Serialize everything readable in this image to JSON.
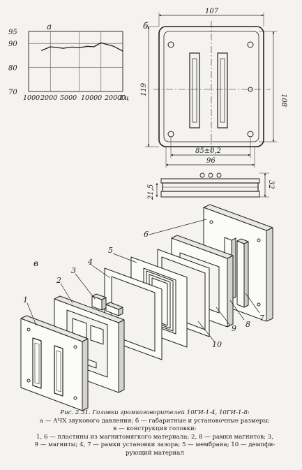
{
  "figure": {
    "part_labels": {
      "a": "а",
      "b": "б",
      "v": "в"
    },
    "chart_a": {
      "y_ticks": [
        "95",
        "90",
        "80",
        "70"
      ],
      "x_ticks": [
        "1000",
        "2000",
        "5000",
        "10000",
        "20000",
        "Гц"
      ]
    },
    "dims": {
      "width_top": "107",
      "height_left": "119",
      "height_right": "108",
      "hole_spacing": "85±0,2",
      "inner_width": "96",
      "side_h1": "21,5",
      "side_h2": "32"
    },
    "part_numbers": [
      "1",
      "2",
      "3",
      "4",
      "5",
      "6",
      "7",
      "8",
      "9",
      "10"
    ]
  },
  "caption": {
    "line1": "Рис. 2.31. Головки громкоговорителей 10ГИ-1-4, 10ГИ-1-8:",
    "line2": "а — АЧХ звукового давления; б — габаритные и установочные размеры;",
    "line3": "в — конструкция головки:",
    "line4": "1, 6 — пластины из магнитомягкого материала; 2, 8 — рамки магнитов; 3,",
    "line5": "9 — магниты; 4, 7 — рамки установки зазора; 5 — мембрана; 10 — демпфи-",
    "line6": "рующий материал"
  },
  "chart_data": {
    "type": "line",
    "title": "",
    "xlabel": "Гц",
    "ylabel": "",
    "x_scale": "log",
    "xlim": [
      1000,
      20000
    ],
    "ylim": [
      70,
      95
    ],
    "x_ticks": [
      1000,
      2000,
      5000,
      10000,
      20000
    ],
    "y_ticks": [
      70,
      80,
      90,
      95
    ],
    "grid": true,
    "series": [
      {
        "x": [
          1500,
          2000,
          3000,
          4000,
          5000,
          6500,
          8000,
          10000,
          12000,
          15000,
          20000
        ],
        "y": [
          87.0,
          88.6,
          88.0,
          88.5,
          88.2,
          88.8,
          88.6,
          90.3,
          89.6,
          88.8,
          86.8
        ]
      }
    ]
  }
}
